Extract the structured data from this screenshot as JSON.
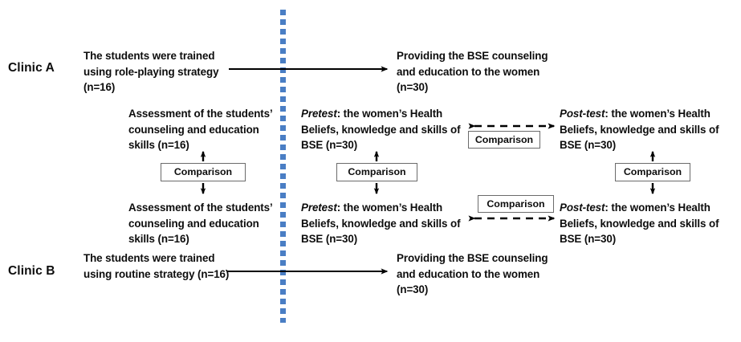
{
  "figure": {
    "title": "Study design flow diagram for BSE counseling education trial",
    "divider_color": "#4a7ec4",
    "text_color": "#0d0d0d",
    "box_border_color": "#6b6b6b"
  },
  "groups": {
    "clinic_a_label": "Clinic A",
    "clinic_b_label": "Clinic B"
  },
  "clinic_a": {
    "training": "The students were trained using role-playing strategy (n=16)",
    "intervention": "Providing the BSE counseling and education to the women (n=30)",
    "assessment": "Assessment of the students’ counseling and education skills (n=16)",
    "pretest_lead": "Pretest",
    "pretest_rest": ": the women’s Health Beliefs, knowledge and skills of BSE (n=30)",
    "posttest_lead": "Post-test",
    "posttest_rest": ": the women’s Health Beliefs, knowledge and skills of BSE (n=30)"
  },
  "clinic_b": {
    "training": "The students were trained using routine strategy (n=16)",
    "intervention": "Providing the BSE counseling and education to the women (n=30)",
    "assessment": "Assessment of the students’ counseling and education skills (n=16)",
    "pretest_lead": "Pretest",
    "pretest_rest": ": the women’s Health Beliefs, knowledge and skills of BSE (n=30)",
    "posttest_lead": "Post-test",
    "posttest_rest": ": the women’s Health Beliefs, knowledge and skills of BSE (n=30)"
  },
  "comparisons": {
    "skills": "Comparison",
    "pretest_between_clinics": "Comparison",
    "posttest_between_clinics": "Comparison",
    "pretest_posttest_a": "Comparison",
    "pretest_posttest_b": "Comparison"
  }
}
